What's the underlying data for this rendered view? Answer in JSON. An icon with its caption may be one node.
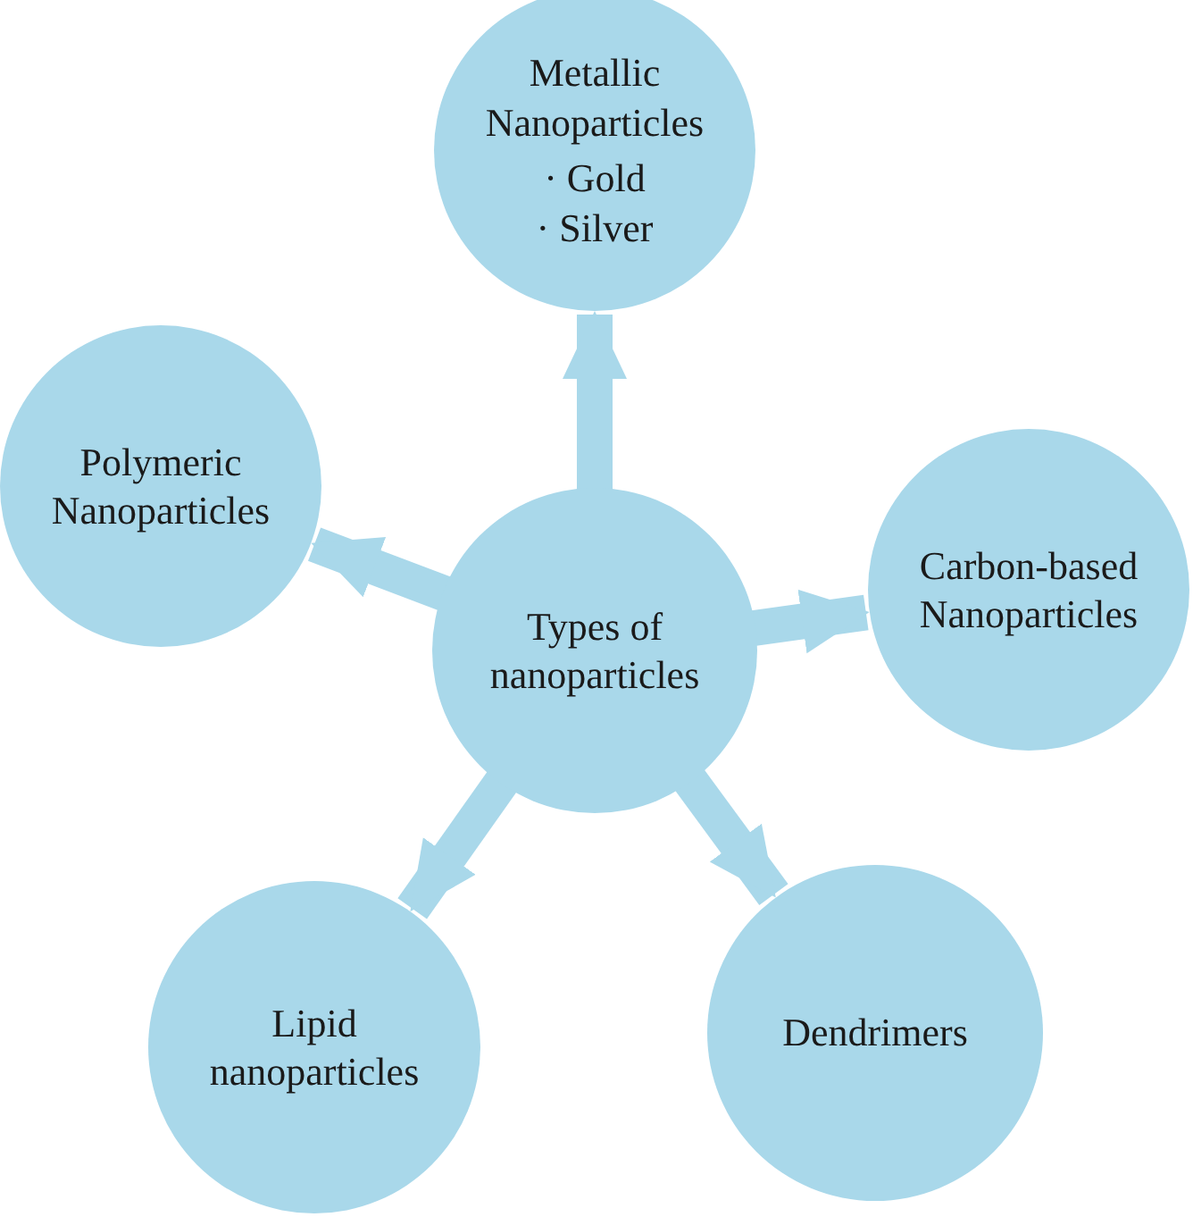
{
  "diagram": {
    "nodes": [
      {
        "text": [
          "Types of nanoparticles"
        ]
      },
      {
        "text": [
          "Metallic Nanoparticles",
          "· Gold",
          "· Silver"
        ]
      },
      {
        "text": [
          "Polymeric Nanoparticles"
        ]
      },
      {
        "text": [
          "Carbon-based Nanoparticles"
        ]
      },
      {
        "text": [
          "Lipid nanoparticles"
        ]
      },
      {
        "text": [
          "Dendrimers"
        ]
      }
    ],
    "edges": [
      {
        "from": 0,
        "to": 1,
        "arrow": "to"
      },
      {
        "from": 0,
        "to": 2,
        "arrow": "to"
      },
      {
        "from": 0,
        "to": 3,
        "arrow": "to"
      },
      {
        "from": 0,
        "to": 4,
        "arrow": "to"
      },
      {
        "from": 0,
        "to": 5,
        "arrow": "to"
      }
    ]
  }
}
